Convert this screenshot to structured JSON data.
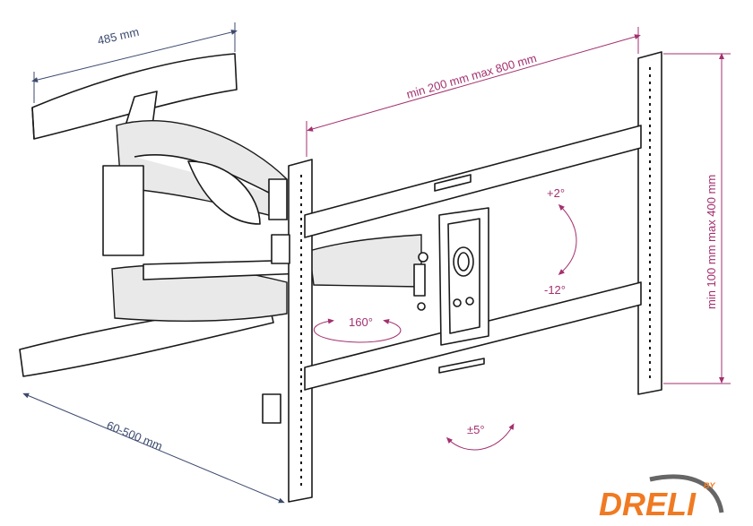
{
  "dimensions": {
    "wall_plate_width": "485 mm",
    "horizontal_vesa": "min 200 mm max 800 mm",
    "vertical_vesa": "min 100 mm max 400 mm",
    "extension": "60-500 mm"
  },
  "angles": {
    "tilt_up": "+2°",
    "tilt_down": "-12°",
    "swivel": "160°",
    "rotation": "±5°"
  },
  "logo": {
    "name": "DRELI",
    "prefix": "BY",
    "color": "#f07a22"
  },
  "colors": {
    "dimension_blue": "#3c4a6e",
    "dimension_magenta": "#a3306f"
  }
}
